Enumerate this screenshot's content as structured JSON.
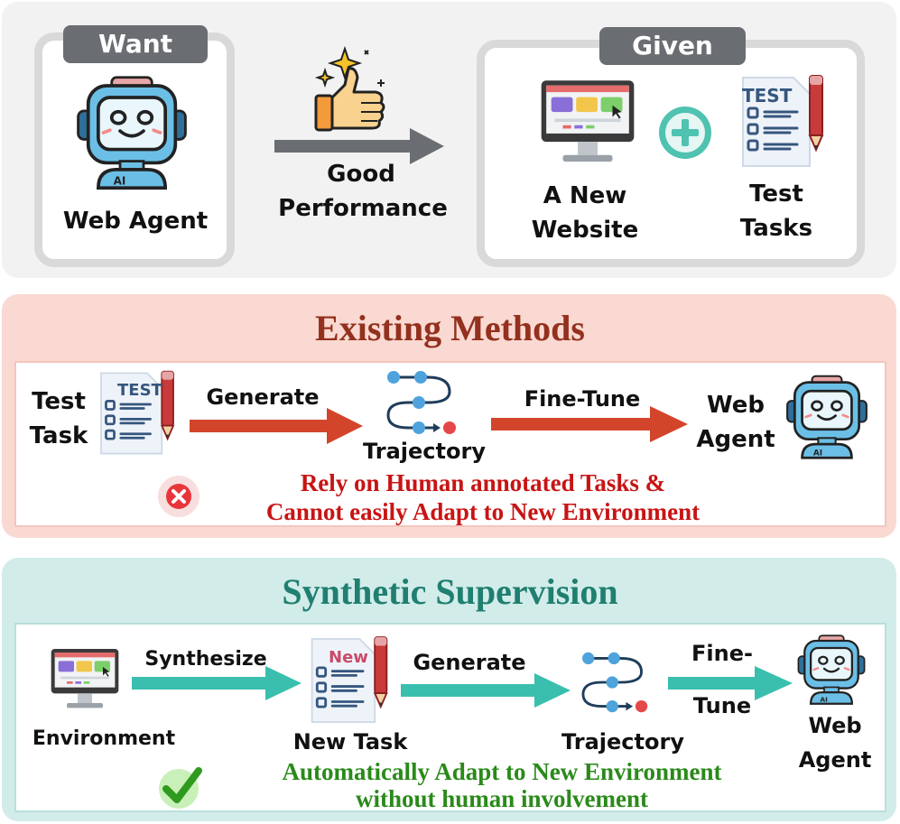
{
  "colors": {
    "top_panel": "#f2f2f2",
    "existing_panel": "#f9d9d2",
    "synthetic_panel": "#d2ecea",
    "existing_title": "#93301e",
    "existing_arrow": "#d3452a",
    "synthetic_title": "#1f7f70",
    "synthetic_arrow": "#3abfae",
    "warning_text": "#c81414",
    "success_text": "#2a8a1a",
    "tag_fill": "#6a6d71"
  },
  "top": {
    "want": {
      "tag": "Want",
      "label": "Web Agent",
      "icon": "robot-icon"
    },
    "middle": {
      "icon": "thumbs-up-icon",
      "label_line1": "Good",
      "label_line2": "Performance"
    },
    "given": {
      "tag": "Given",
      "website_line1": "A New",
      "website_line2": "Website",
      "tasks_line1": "Test",
      "tasks_line2": "Tasks",
      "website_icon": "monitor-icon",
      "plus_icon": "plus-icon",
      "tasks_icon": "test-document-icon"
    }
  },
  "existing": {
    "title": "Existing Methods",
    "test_task_line1": "Test",
    "test_task_line2": "Task",
    "doc_badge": "TEST",
    "generate": "Generate",
    "trajectory": "Trajectory",
    "finetune": "Fine-Tune",
    "agent_line1": "Web",
    "agent_line2": "Agent",
    "warning_line1": "Rely on Human annotated Tasks &",
    "warning_line2": "Cannot easily Adapt to New Environment",
    "warning_icon": "error-x-icon"
  },
  "synthetic": {
    "title": "Synthetic Supervision",
    "environment": "Environment",
    "synthesize": "Synthesize",
    "doc_badge": "New",
    "new_task": "New Task",
    "generate": "Generate",
    "trajectory": "Trajectory",
    "finetune_line1": "Fine-",
    "finetune_line2": "Tune",
    "agent_line1": "Web",
    "agent_line2": "Agent",
    "success_line1": "Automatically Adapt to New Environment",
    "success_line2": "without human involvement",
    "success_icon": "check-icon"
  }
}
